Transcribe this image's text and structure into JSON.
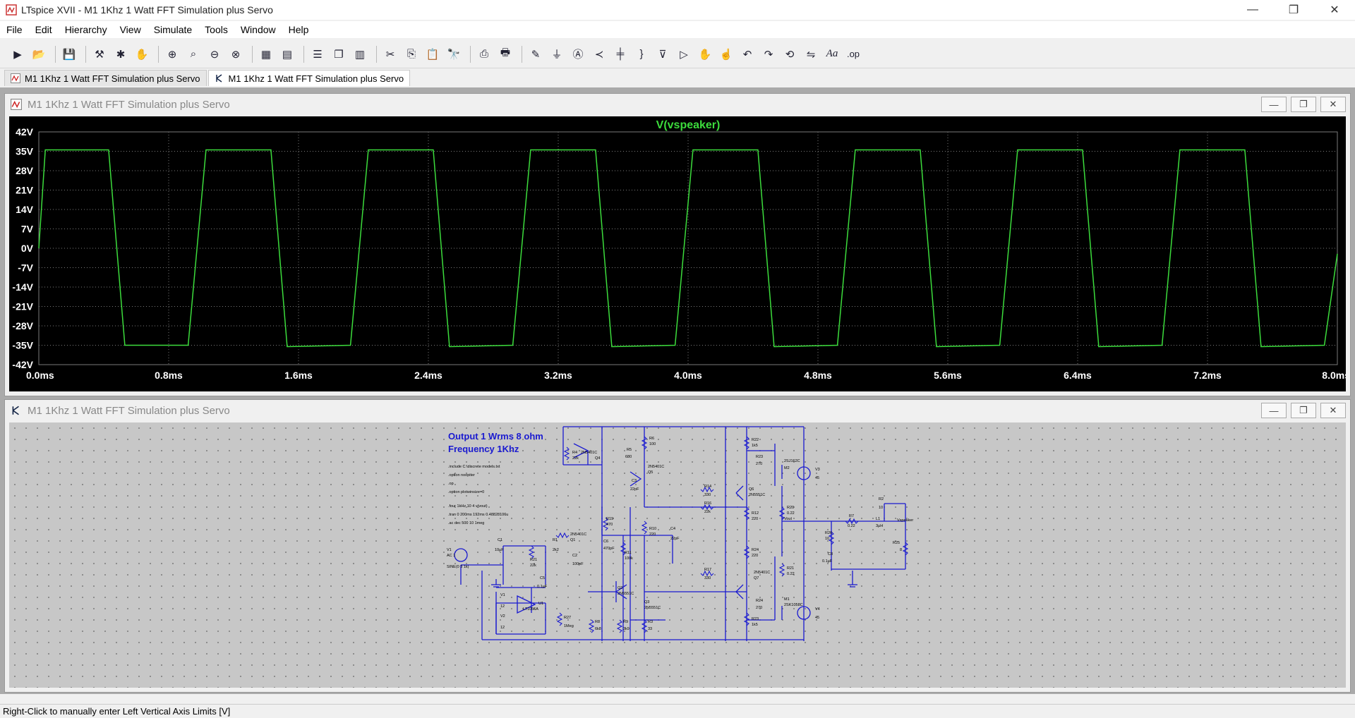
{
  "window": {
    "title": "LTspice XVII - M1 1Khz 1 Watt FFT Simulation plus Servo",
    "minimize_glyph": "—",
    "maximize_glyph": "❐",
    "close_glyph": "✕"
  },
  "menu": [
    "File",
    "Edit",
    "Hierarchy",
    "View",
    "Simulate",
    "Tools",
    "Window",
    "Help"
  ],
  "toolbar": {
    "icons": [
      "run-icon",
      "open-icon",
      "save-icon",
      "control-panel-icon",
      "halt-icon",
      "pan-icon",
      "zoom-in-icon",
      "zoom-area-icon",
      "zoom-out-icon",
      "zoom-cancel-icon",
      "autorange-icon",
      "plot-settings-icon",
      "tile-horizontal-icon",
      "cascade-icon",
      "tile-vertical-icon",
      "cut-icon",
      "copy-icon",
      "paste-icon",
      "find-icon",
      "print-icon",
      "print-preview-icon",
      "draw-wire-icon",
      "ground-icon",
      "label-net-icon",
      "resistor-icon",
      "capacitor-icon",
      "inductor-icon",
      "diode-icon",
      "component-icon",
      "move-icon",
      "drag-icon",
      "undo-icon",
      "redo-icon",
      "rotate-icon",
      "mirror-icon",
      "text-icon",
      "spice-directive-icon"
    ],
    "text_label": "Aa",
    "op_label": ".op"
  },
  "tabs": [
    {
      "label": "M1 1Khz 1 Watt FFT Simulation plus Servo",
      "kind": "waveform"
    },
    {
      "label": "M1 1Khz 1 Watt FFT Simulation plus Servo",
      "kind": "schematic"
    }
  ],
  "waveform_window": {
    "title": "M1 1Khz 1 Watt FFT Simulation plus Servo"
  },
  "schematic_window": {
    "title": "M1 1Khz 1 Watt FFT Simulation plus Servo",
    "heading_line1": "Output 1 Wrms 8 ohm",
    "heading_line2": "Frequency 1Khz",
    "directives": [
      ".include C:\\discrete models.txt",
      ".option noopiter",
      ".op",
      ".option plotwinsize=0",
      "",
      ".four 1kHz 10 4 v(vout)",
      ".tran 0 200ms 192ms 0.48828106u",
      ".ac dec 500 10 1meg"
    ],
    "labels": {
      "v1": "V1",
      "v1_ac": "AC 1",
      "v1_sine": "SINE(0 3 1k)",
      "c1": "C1",
      "c1v": "10µF",
      "r21": "R21",
      "r21v": "22k",
      "r1": "R1",
      "r1v": "2k2",
      "c2": "C2",
      "c2v": "100pF",
      "q1": "2N5401C",
      "q1n": "Q1",
      "r4": "R4",
      "r4v": "22k",
      "q4": "2N5401C",
      "q4n": "Q4",
      "r5": "R5",
      "r5v": "680",
      "r6": "R6",
      "r6v": "100",
      "q5": "2N5401C",
      "q5n": "Q5",
      "c3": "C3",
      "c3v": "22pF",
      "r19": "R19",
      "r19v": "470",
      "c6": "C6",
      "c6v": "470pF",
      "r11": "R11",
      "r11v": "100k",
      "r10": "R10",
      "r10v": "220",
      "c4": "C4",
      "c4v": "22pF",
      "q2": "Q2",
      "q2v": "2N5551C",
      "q3": "Q3",
      "q3v": "2N5551C",
      "c5": "C5",
      "c5v": "0.1µF",
      "u1": "U1",
      "u1v": "LT1056A",
      "v3lbl": "V1",
      "v3v": "12",
      "v2lbl": "V2",
      "v2v": "12",
      "r27": "R27",
      "r27v": "1Meg",
      "r8": "R8",
      "r8v": "6k8",
      "r9": "R9",
      "r9v": "3k9",
      "r3": "R3",
      "r3v": "33",
      "r14": "R14",
      "r14v": "330",
      "r16": "R16",
      "r16v": "22k",
      "r17": "R17",
      "r17v": "330",
      "q6": "Q6",
      "q6v": "2N5551C",
      "q7": "Q7",
      "q7v": "2N5401C",
      "r12": "R12",
      "r12v": "220",
      "r24": "R24",
      "r24v": "220",
      "r22": "R22",
      "r22v": "1k5",
      "r23": "R23",
      "r23v": "1k5",
      "r25a": "R23",
      "r25av": "270",
      "r26a": "R24",
      "r26av": "270",
      "m2": "2SJ162C",
      "m2n": "M2",
      "m1": "2SK1058C",
      "m1n": "M1",
      "r20": "R20",
      "r20v": "0.22",
      "r21b": "R21",
      "r21bv": "0.22",
      "vout": "Vout",
      "r7": "R7",
      "r7v": "0.22",
      "r2": "R2",
      "r2v": "10",
      "l1": "L1",
      "l1v": "3µH",
      "r26": "R26",
      "r26v": "10",
      "c8": "C8",
      "c8v": "0.1µF",
      "r25": "R25",
      "r25v": "8",
      "vspeaker": "Vspeaker",
      "v3": "V3",
      "v3x": "45",
      "v4": "V4",
      "v4x": "45"
    }
  },
  "chart_data": {
    "type": "line",
    "title": "V(vspeaker)",
    "xlabel": "",
    "ylabel": "",
    "x_ticks": [
      "0.0ms",
      "0.8ms",
      "1.6ms",
      "2.4ms",
      "3.2ms",
      "4.0ms",
      "4.8ms",
      "5.6ms",
      "6.4ms",
      "7.2ms",
      "8.0ms"
    ],
    "y_ticks": [
      "42V",
      "35V",
      "28V",
      "21V",
      "14V",
      "7V",
      "0V",
      "-7V",
      "-14V",
      "-21V",
      "-28V",
      "-35V",
      "-42V"
    ],
    "xlim": [
      0,
      8.0
    ],
    "ylim": [
      -42,
      42
    ],
    "grid": true,
    "series": [
      {
        "name": "V(vspeaker)",
        "color": "#3cdc3c",
        "x": [
          0.0,
          0.04,
          0.43,
          0.53,
          0.92,
          1.03,
          1.43,
          1.53,
          1.92,
          2.03,
          2.43,
          2.53,
          2.92,
          3.03,
          3.43,
          3.53,
          3.92,
          4.03,
          4.43,
          4.53,
          4.92,
          5.03,
          5.43,
          5.53,
          5.92,
          6.03,
          6.43,
          6.53,
          6.92,
          7.03,
          7.43,
          7.53,
          7.92,
          8.0
        ],
        "y": [
          0,
          35.5,
          35.5,
          -35,
          -35,
          35.5,
          35.5,
          -35.5,
          -35,
          35.5,
          35.5,
          -35.5,
          -35,
          35.5,
          35.5,
          -35.5,
          -35,
          35.5,
          35.5,
          -35.5,
          -35,
          35.5,
          35.5,
          -35.5,
          -35,
          35.5,
          35.5,
          -35.5,
          -35,
          35.5,
          35.5,
          -35.5,
          -35,
          -2
        ]
      }
    ],
    "colors": {
      "background": "#000000",
      "grid": "#7a7a7a",
      "trace": "#3cdc3c",
      "tick_text": "#ffffff",
      "title": "#3cdc3c"
    }
  },
  "statusbar": {
    "text": "Right-Click to manually enter Left Vertical Axis Limits [V]"
  }
}
